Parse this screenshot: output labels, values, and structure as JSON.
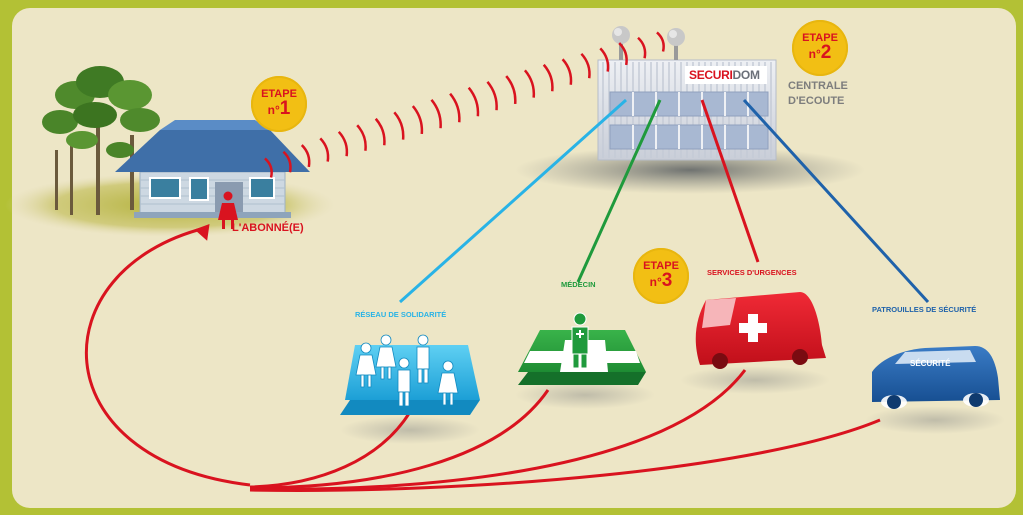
{
  "steps": {
    "step1": {
      "word": "ETAPE",
      "prefix": "n°",
      "num": "1"
    },
    "step2": {
      "word": "ETAPE",
      "prefix": "n°",
      "num": "2"
    },
    "step3": {
      "word": "ETAPE",
      "prefix": "n°",
      "num": "3"
    }
  },
  "labels": {
    "subscriber": "L'ABONNÉ(E)",
    "center_line1": "CENTRALE",
    "center_line2": "D'ECOUTE",
    "brand_red": "SECURI",
    "brand_dark": "DOM",
    "solidarity": "RÉSEAU DE SOLIDARITÉ",
    "doctor": "MÉDECIN",
    "emergency": "SERVICES D'URGENCES",
    "patrol": "PATROUILLES DE SÉCURITÉ",
    "car_text": "SÉCURITÉ"
  },
  "colors": {
    "frame": "#b3c135",
    "panel": "#ede6c6",
    "alert_red": "#d9131f",
    "cyan": "#29b3e6",
    "green": "#1f9a3c",
    "navy": "#1f62aa",
    "badge": "#f2bf14"
  }
}
